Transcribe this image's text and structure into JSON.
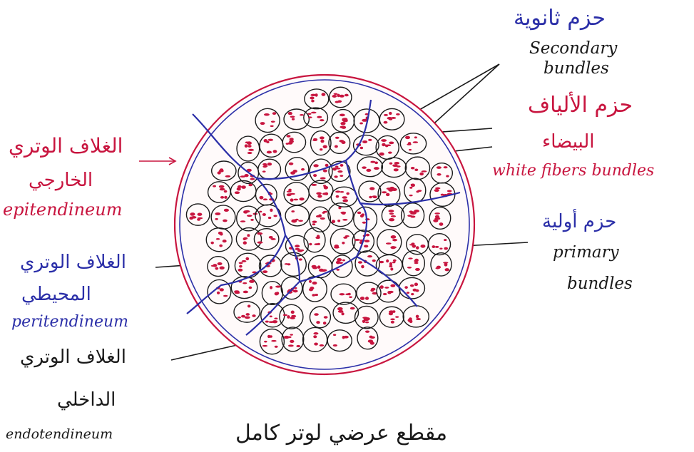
{
  "labels": {
    "secondary_ar": "حزم ثانوية",
    "secondary_en_1": "Secondary",
    "secondary_en_2": "bundles",
    "white_ar_1": "حزم الألياف",
    "white_ar_2": "البيضاء",
    "white_en": "white fibers bundles",
    "primary_ar": "حزم أولية",
    "primary_en_1": "primary",
    "primary_en_2": "bundles",
    "epi_ar_1": "الغلاف الوتري",
    "epi_ar_2": "الخارجي",
    "epi_en": "epitendineum",
    "peri_ar_1": "الغلاف الوتري",
    "peri_ar_2": "المحيطي",
    "peri_en": "peritendineum",
    "endo_ar_1": "الغلاف الوتري",
    "endo_ar_2": "الداخلي",
    "endo_en": "endotendineum",
    "caption_ar": "مقطع عرضي لوتر كامل"
  },
  "colors": {
    "ink_black": "#1a1a1a",
    "ink_blue": "#2b2fa8",
    "ink_red": "#c8153f",
    "tendon_outline": "#c8153f"
  }
}
